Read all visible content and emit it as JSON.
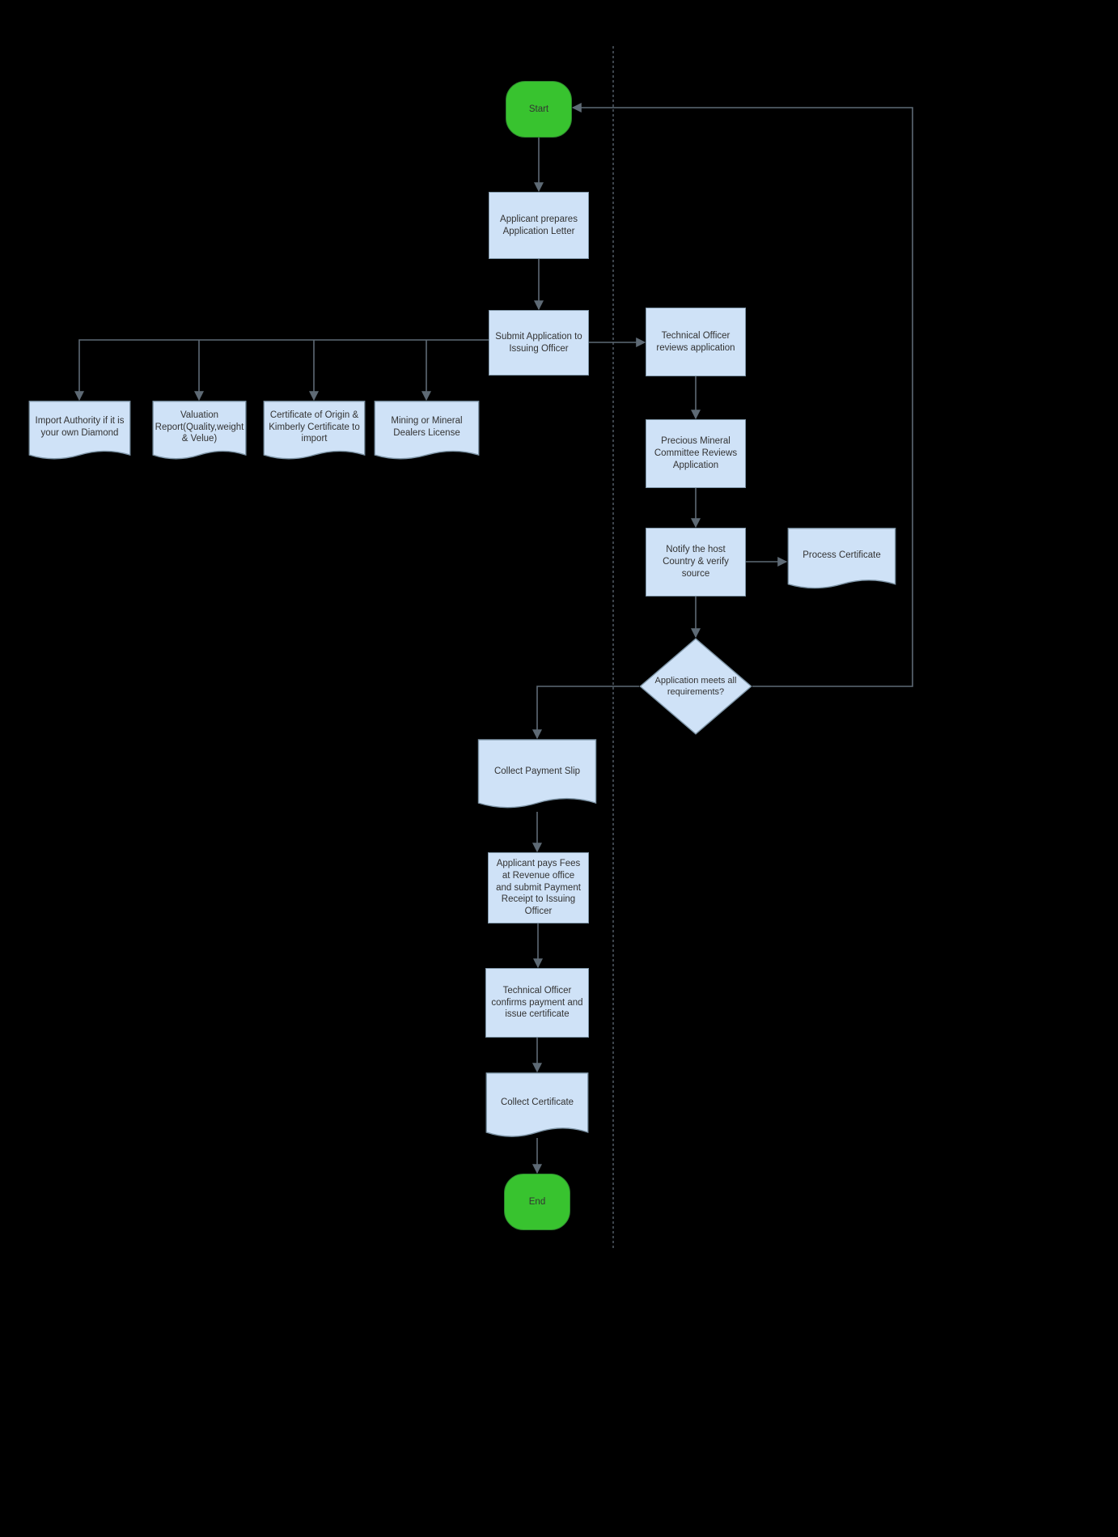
{
  "colors": {
    "background": "#000000",
    "node_fill": "#cfe2f7",
    "node_stroke": "#7f96a8",
    "terminal_fill": "#38c32f",
    "terminal_stroke": "#2d862d",
    "connector": "#5e6a75",
    "text": "#333333"
  },
  "nodes": {
    "start": {
      "label": "Start"
    },
    "prepare_letter": {
      "label": "Applicant prepares Application Letter"
    },
    "submit_application": {
      "label": "Submit Application to Issuing Officer"
    },
    "import_authority_doc": {
      "label": "Import Authority if it is your own Diamond"
    },
    "valuation_report_doc": {
      "label": "Valuation Report(Quality,weight & Velue)"
    },
    "origin_certificate_doc": {
      "label": "Certificate of Origin & Kimberly Certificate to import"
    },
    "dealers_license_doc": {
      "label": "Mining or Mineral Dealers License"
    },
    "technical_review": {
      "label": "Technical Officer reviews application"
    },
    "committee_review": {
      "label": "Precious Mineral Committee Reviews Application"
    },
    "notify_host": {
      "label": "Notify the host Country & verify source"
    },
    "process_certificate": {
      "label": "Process Certificate"
    },
    "requirements_decision": {
      "label": "Application meets all requirements?"
    },
    "collect_payment_slip": {
      "label": "Collect Payment Slip"
    },
    "pay_fees": {
      "label": "Applicant pays Fees at Revenue office and submit Payment Receipt to Issuing Officer"
    },
    "confirm_payment": {
      "label": "Technical Officer confirms payment and issue certificate"
    },
    "collect_certificate": {
      "label": "Collect Certificate"
    },
    "end": {
      "label": "End"
    }
  }
}
